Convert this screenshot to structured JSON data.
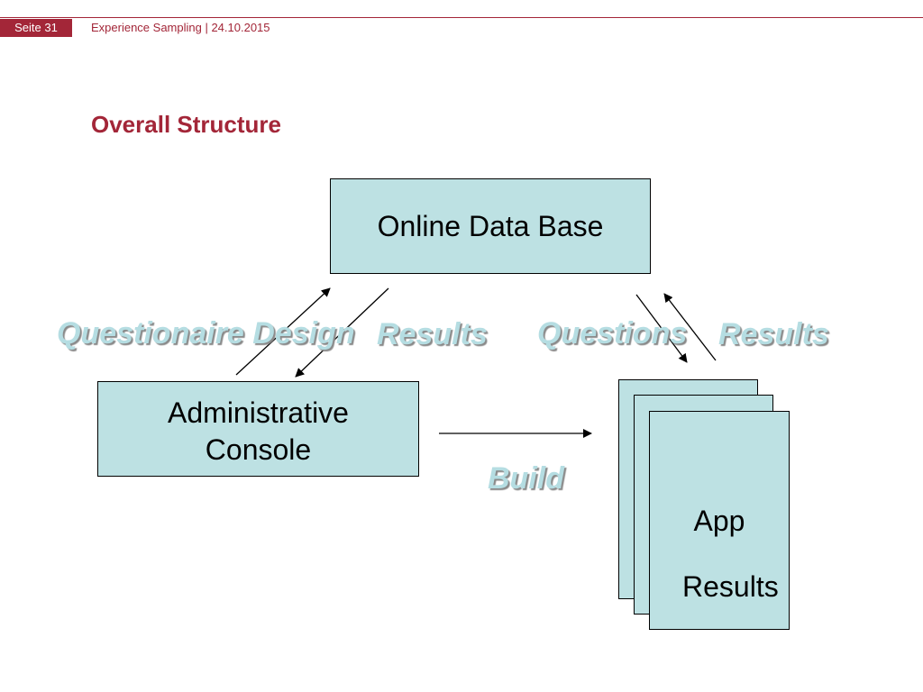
{
  "header": {
    "page_label": "Seite 31",
    "breadcrumb": "Experience Sampling | 24.10.2015"
  },
  "title": "Overall Structure",
  "diagram": {
    "nodes": {
      "online_database": "Online Data Base",
      "admin_console_line1": "Administrative",
      "admin_console_line2": "Console",
      "app": "App",
      "app_results": "Results"
    },
    "edge_labels": {
      "questionaire_design": "Questionaire Design",
      "results_left": "Results",
      "questions": "Questions",
      "results_right": "Results",
      "build": "Build"
    }
  },
  "colors": {
    "accent": "#a32638",
    "box_fill": "#bde1e3",
    "label_fill": "#b5dde2"
  }
}
